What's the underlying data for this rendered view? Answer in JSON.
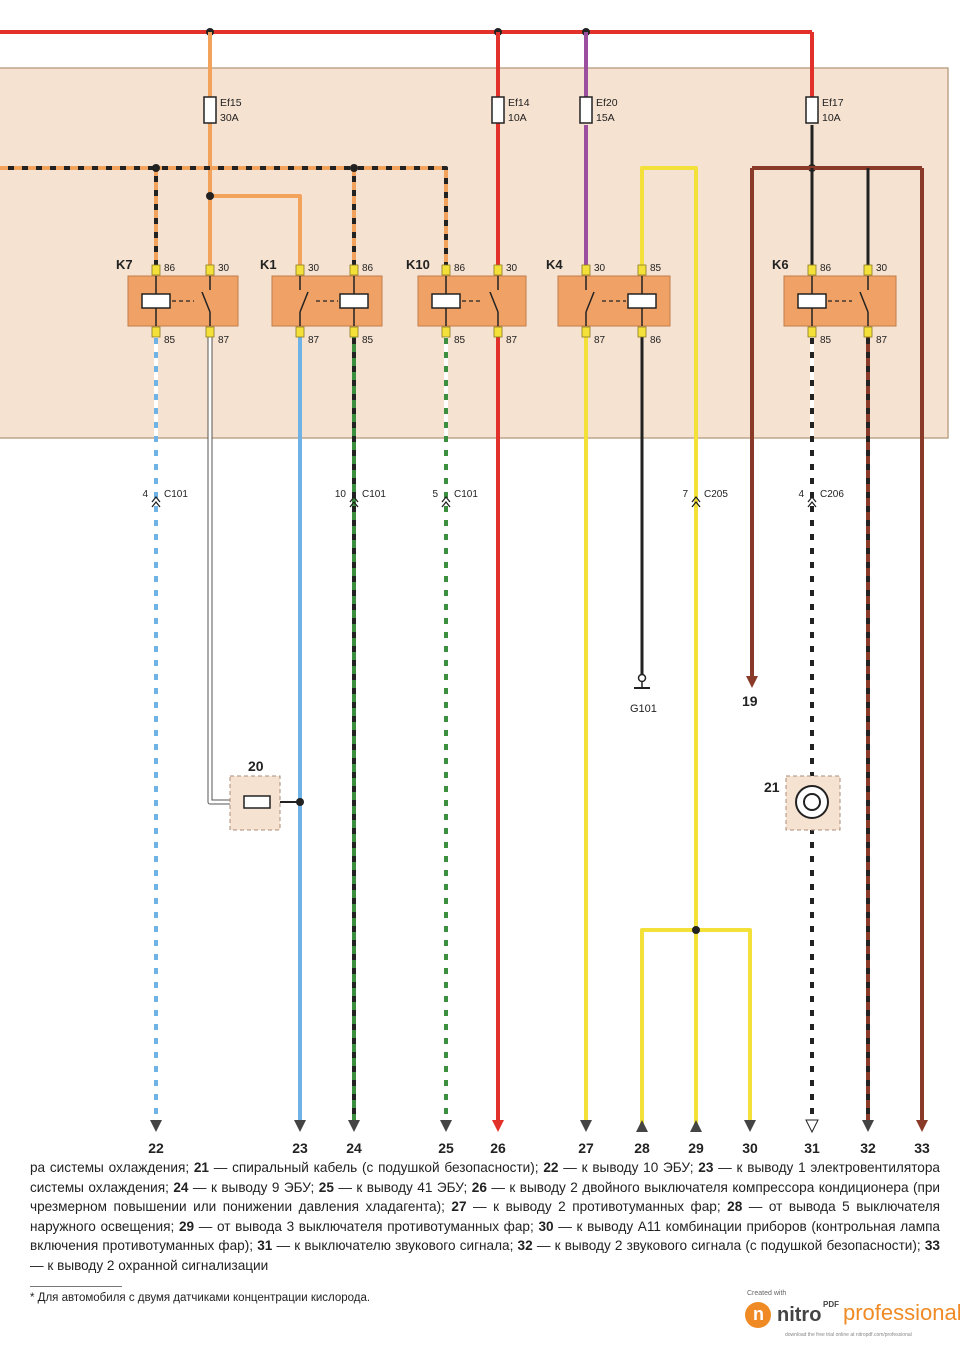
{
  "fuses": [
    {
      "id": "Ef15",
      "rating": "30A"
    },
    {
      "id": "Ef14",
      "rating": "10A"
    },
    {
      "id": "Ef20",
      "rating": "15A"
    },
    {
      "id": "Ef17",
      "rating": "10A"
    }
  ],
  "relays": [
    {
      "name": "K7",
      "top_left": "86",
      "top_right": "30",
      "bottom_left": "85",
      "bottom_right": "87"
    },
    {
      "name": "K1",
      "top_left": "30",
      "top_right": "86",
      "bottom_left": "87",
      "bottom_right": "85"
    },
    {
      "name": "K10",
      "top_left": "86",
      "top_right": "30",
      "bottom_left": "85",
      "bottom_right": "87"
    },
    {
      "name": "K4",
      "top_left": "30",
      "top_right": "85",
      "bottom_left": "87",
      "bottom_right": "86"
    },
    {
      "name": "K6",
      "top_left": "86",
      "top_right": "30",
      "bottom_left": "85",
      "bottom_right": "87"
    }
  ],
  "connectors": [
    {
      "pin": "4",
      "name": "C101"
    },
    {
      "pin": "10",
      "name": "C101"
    },
    {
      "pin": "5",
      "name": "C101"
    },
    {
      "pin": "7",
      "name": "C205"
    },
    {
      "pin": "4",
      "name": "C206"
    }
  ],
  "ground": "G101",
  "components": [
    {
      "number": "20"
    },
    {
      "number": "21"
    }
  ],
  "side_terminal": "19",
  "terminals": [
    "22",
    "23",
    "24",
    "25",
    "26",
    "27",
    "28",
    "29",
    "30",
    "31",
    "32",
    "33"
  ],
  "colors": {
    "red": "#e2302a",
    "orange": "#f2a25a",
    "purple": "#9b4f9e",
    "yellow": "#f3e13a",
    "brown": "#8a3a28",
    "blue": "#6fb2e6",
    "green": "#3b8f3e",
    "black": "#222222",
    "relay_fill": "#f0a266",
    "block_fill": "#f6e2d0"
  },
  "caption": [
    {
      "text": "ра системы охлаждения; "
    },
    {
      "num": "21",
      "text": " — спиральный кабель (с подушкой безопасности); "
    },
    {
      "num": "22",
      "text": " — к выводу 10 ЭБУ; "
    },
    {
      "num": "23",
      "text": " — к выводу 1 электровентилятора системы охлаждения; "
    },
    {
      "num": "24",
      "text": " — к выводу 9 ЭБУ; "
    },
    {
      "num": "25",
      "text": " — к выводу 41 ЭБУ; "
    },
    {
      "num": "26",
      "text": " — к выводу 2 двойного выключателя компрессора кондиционера (при чрезмерном повышении или понижении давления хладагента); "
    },
    {
      "num": "27",
      "text": " — к выводу 2 противотуманных фар; "
    },
    {
      "num": "28",
      "text": " — от вывода 5 выключателя наружного освещения; "
    },
    {
      "num": "29",
      "text": " — от вывода 3 выключателя противотуманных фар; "
    },
    {
      "num": "30",
      "text": " — к выводу А11 комбинации приборов (контрольная лампа включения противотуманных фар); "
    },
    {
      "num": "31",
      "text": " — к выключателю звукового сигнала; "
    },
    {
      "num": "32",
      "text": " — к выводу 2 звукового сигнала (с подушкой безопасности); "
    },
    {
      "num": "33",
      "text": " — к выводу 2 охранной сигнализации"
    }
  ],
  "footnote": "* Для автомобиля с двумя датчиками концентрации кислорода.",
  "brand": {
    "created": "Created with",
    "logo_letter": "n",
    "name": "nitro",
    "pdf": "PDF",
    "edition": "professional",
    "tagline": "download the free trial online at nitropdf.com/professional"
  }
}
